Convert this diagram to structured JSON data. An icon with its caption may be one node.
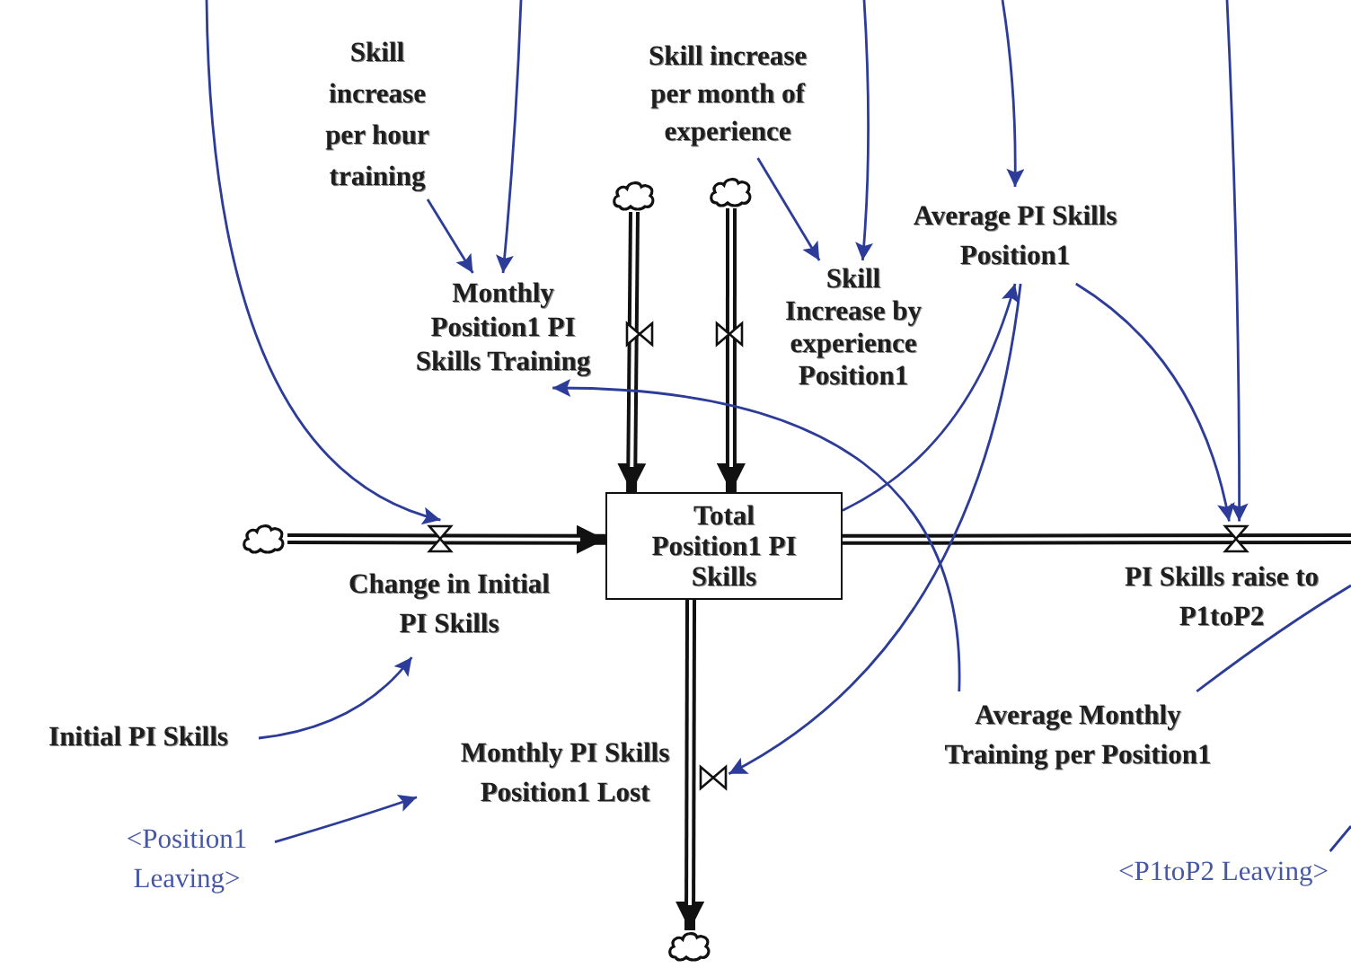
{
  "diagram": {
    "nodes": [
      {
        "text": [
          "Skill increase per hour training"
        ]
      },
      {
        "text": [
          "Skill increase per month of experience"
        ]
      },
      {
        "text": [
          "Monthly Position1 PI Skills Training"
        ]
      },
      {
        "text": [
          "Skill Increase by experience Position1"
        ]
      },
      {
        "text": [
          "Average PI Skills Position1"
        ]
      },
      {
        "text": [
          "Total Position1 PI Skills"
        ]
      },
      {
        "text": [
          "Change in Initial PI Skills"
        ]
      },
      {
        "text": [
          "PI Skills raise to P1toP2"
        ]
      },
      {
        "text": [
          "Initial PI Skills"
        ]
      },
      {
        "text": [
          "Monthly PI Skills Position1 Lost"
        ]
      },
      {
        "text": [
          "Average Monthly Training per Position1"
        ]
      },
      {
        "text": [
          "<Position1 Leaving>"
        ]
      },
      {
        "text": [
          "<P1toP2 Leaving>"
        ]
      },
      {
        "text": [],
        "shape": "cloud"
      },
      {
        "text": [],
        "shape": "cloud"
      },
      {
        "text": [],
        "shape": "cloud"
      },
      {
        "text": [],
        "shape": "cloud"
      }
    ],
    "edges": [
      {
        "from": 13,
        "to": 5,
        "arrow": "to",
        "style": "thick",
        "color": "#111111"
      },
      {
        "from": 14,
        "to": 5,
        "arrow": "to",
        "style": "thick",
        "color": "#111111"
      },
      {
        "from": 15,
        "to": 5,
        "arrow": "to",
        "style": "thick",
        "color": "#111111"
      },
      {
        "from": 5,
        "to": 16,
        "arrow": "to",
        "style": "thick",
        "color": "#111111"
      },
      {
        "from": 5,
        "to": null,
        "arrow": "none",
        "style": "thick",
        "color": "#111111"
      },
      {
        "from": null,
        "to": 6,
        "arrow": "to"
      },
      {
        "from": 0,
        "to": 2,
        "arrow": "to"
      },
      {
        "from": null,
        "to": 2,
        "arrow": "to"
      },
      {
        "from": 1,
        "to": 3,
        "arrow": "to"
      },
      {
        "from": null,
        "to": 3,
        "arrow": "to"
      },
      {
        "from": null,
        "to": 4,
        "arrow": "to"
      },
      {
        "from": 5,
        "to": 4,
        "arrow": "to"
      },
      {
        "from": 4,
        "to": 9,
        "arrow": "to"
      },
      {
        "from": 4,
        "to": 7,
        "arrow": "to"
      },
      {
        "from": null,
        "to": 7,
        "arrow": "to"
      },
      {
        "from": 10,
        "to": 2,
        "arrow": "to"
      },
      {
        "from": 10,
        "to": null,
        "arrow": "none"
      },
      {
        "from": 8,
        "to": 6,
        "arrow": "to"
      },
      {
        "from": 11,
        "to": 9,
        "arrow": "to"
      },
      {
        "from": 12,
        "to": null,
        "arrow": "none"
      }
    ]
  }
}
